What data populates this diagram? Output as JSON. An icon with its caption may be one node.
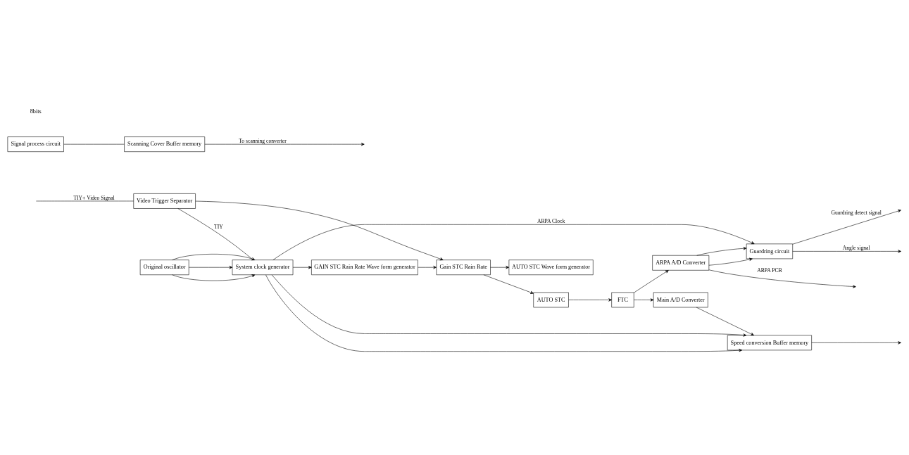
{
  "diagram": {
    "nodes": [
      {
        "text": [
          "Video Trigger Separator"
        ]
      },
      {
        "text": [
          "Gain STC Rain Rate"
        ]
      },
      {
        "text": [
          "AUTO STC"
        ]
      },
      {
        "text": [
          "FTC"
        ]
      },
      {
        "text": [
          "ARPA A/D Converter"
        ]
      },
      {
        "text": [
          "GAIN STC Rain Rate Wave form generator"
        ]
      },
      {
        "text": [
          "AUTO STC Wave form generator"
        ]
      },
      {
        "text": [
          "Main A/D Converter"
        ]
      },
      {
        "text": [
          "Speed conversion Buffer memory"
        ]
      },
      {
        "text": [
          "System clock generator"
        ]
      },
      {
        "text": [
          "Original oscillator"
        ]
      },
      {
        "text": [
          "Guardring circuit"
        ]
      },
      {
        "text": [
          "Signal process circuit"
        ]
      },
      {
        "text": [
          "Scanning Cover Buffer memory"
        ]
      }
    ],
    "edges": [
      {
        "from": null,
        "to": 0,
        "arrow": "none",
        "label": "TIY+ Video Signal"
      },
      {
        "from": 0,
        "to": 1,
        "arrow": "to"
      },
      {
        "from": 1,
        "to": 2,
        "arrow": "to"
      },
      {
        "from": 1,
        "to": 6,
        "arrow": "to"
      },
      {
        "from": 2,
        "to": 3,
        "arrow": "to"
      },
      {
        "from": 3,
        "to": 4,
        "arrow": "to"
      },
      {
        "from": 3,
        "to": 7,
        "arrow": "to"
      },
      {
        "from": 4,
        "to": null,
        "arrow": "to",
        "label": "ARPA PCB"
      },
      {
        "from": 4,
        "to": 11,
        "arrow": "to"
      },
      {
        "from": 4,
        "to": 11,
        "arrow": "to"
      },
      {
        "from": 5,
        "to": 1,
        "arrow": "to"
      },
      {
        "from": 0,
        "to": 9,
        "arrow": "none",
        "label": "TIY"
      },
      {
        "from": 9,
        "to": 5,
        "arrow": "to"
      },
      {
        "from": 9,
        "to": 8,
        "arrow": "to"
      },
      {
        "from": 9,
        "to": 8,
        "arrow": "to"
      },
      {
        "from": 9,
        "to": 11,
        "arrow": "to",
        "label": "ARPA Clock"
      },
      {
        "from": 10,
        "to": 9,
        "arrow": "to"
      },
      {
        "from": 10,
        "to": 9,
        "arrow": "to"
      },
      {
        "from": 10,
        "to": 9,
        "arrow": "to"
      },
      {
        "from": 7,
        "to": 8,
        "arrow": "to"
      },
      {
        "from": 8,
        "to": null,
        "arrow": "to"
      },
      {
        "from": 11,
        "to": null,
        "arrow": "to",
        "label": "Guardring detect signal"
      },
      {
        "from": 11,
        "to": null,
        "arrow": "to",
        "label": "Angle signal"
      },
      {
        "from": 12,
        "to": 13,
        "arrow": "none"
      },
      {
        "from": 13,
        "to": null,
        "arrow": "to",
        "label": "To scanning converter"
      }
    ],
    "labels": [
      "8bits"
    ]
  }
}
